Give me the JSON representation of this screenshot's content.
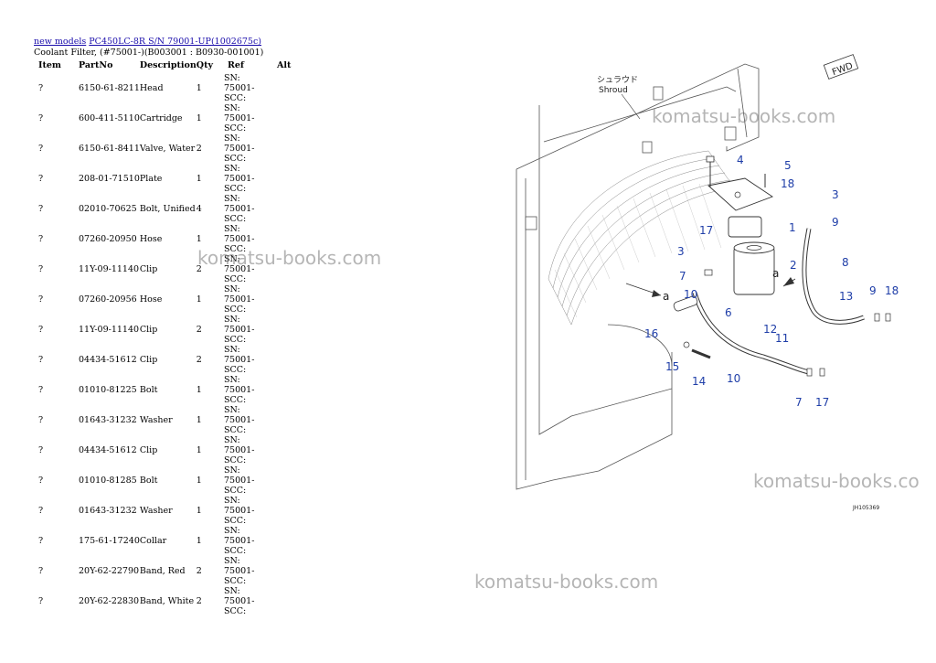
{
  "breadcrumb": {
    "link1": "new models",
    "link2": "PC450LC-8R S/N 79001-UP(1002675c)"
  },
  "subtitle": "Coolant Filter, (#75001-)(B003001 : B0930-001001)",
  "table": {
    "headers": {
      "item": "Item",
      "partno": "PartNo",
      "description": "Description",
      "qty": "Qty",
      "ref": "Ref",
      "alt": "Alt"
    },
    "rows": [
      {
        "item": "?",
        "partno": "6150-61-8211",
        "description": "Head",
        "qty": "1",
        "ref": "SN: 75001-SCC:"
      },
      {
        "item": "?",
        "partno": "600-411-5110",
        "description": "Cartridge",
        "qty": "1",
        "ref": "SN: 75001-SCC:"
      },
      {
        "item": "?",
        "partno": "6150-61-8411",
        "description": "Valve, Water",
        "qty": "2",
        "ref": "SN: 75001-SCC:"
      },
      {
        "item": "?",
        "partno": "208-01-71510",
        "description": "Plate",
        "qty": "1",
        "ref": "SN: 75001-SCC:"
      },
      {
        "item": "?",
        "partno": "02010-70625",
        "description": "Bolt, Unified",
        "qty": "4",
        "ref": "SN: 75001-SCC:"
      },
      {
        "item": "?",
        "partno": "07260-20950",
        "description": "Hose",
        "qty": "1",
        "ref": "SN: 75001-SCC:"
      },
      {
        "item": "?",
        "partno": "11Y-09-11140",
        "description": "Clip",
        "qty": "2",
        "ref": "SN: 75001-SCC:"
      },
      {
        "item": "?",
        "partno": "07260-20956",
        "description": "Hose",
        "qty": "1",
        "ref": "SN: 75001-SCC:"
      },
      {
        "item": "?",
        "partno": "11Y-09-11140",
        "description": "Clip",
        "qty": "2",
        "ref": "SN: 75001-SCC:"
      },
      {
        "item": "?",
        "partno": "04434-51612",
        "description": "Clip",
        "qty": "2",
        "ref": "SN: 75001-SCC:"
      },
      {
        "item": "?",
        "partno": "01010-81225",
        "description": "Bolt",
        "qty": "1",
        "ref": "SN: 75001-SCC:"
      },
      {
        "item": "?",
        "partno": "01643-31232",
        "description": "Washer",
        "qty": "1",
        "ref": "SN: 75001-SCC:"
      },
      {
        "item": "?",
        "partno": "04434-51612",
        "description": "Clip",
        "qty": "1",
        "ref": "SN: 75001-SCC:"
      },
      {
        "item": "?",
        "partno": "01010-81285",
        "description": "Bolt",
        "qty": "1",
        "ref": "SN: 75001-SCC:"
      },
      {
        "item": "?",
        "partno": "01643-31232",
        "description": "Washer",
        "qty": "1",
        "ref": "SN: 75001-SCC:"
      },
      {
        "item": "?",
        "partno": "175-61-17240",
        "description": "Collar",
        "qty": "1",
        "ref": "SN: 75001-SCC:"
      },
      {
        "item": "?",
        "partno": "20Y-62-22790",
        "description": "Band, Red",
        "qty": "2",
        "ref": "SN: 75001-SCC:"
      },
      {
        "item": "?",
        "partno": "20Y-62-22830",
        "description": "Band, White",
        "qty": "2",
        "ref": "SN: 75001-SCC:"
      }
    ]
  },
  "watermark": "komatsu-books.com",
  "watermark_cut": "komatsu-books.co",
  "diagram": {
    "shroud_jp": "シュラウド",
    "shroud_en": "Shroud",
    "fwd": "FWD",
    "code": "JH105369",
    "arrow_label": "a",
    "label_color": "#1f3ea8",
    "callouts": [
      "1",
      "2",
      "3",
      "4",
      "5",
      "6",
      "7",
      "8",
      "9",
      "10",
      "11",
      "12",
      "13",
      "14",
      "15",
      "16",
      "17",
      "18"
    ]
  }
}
